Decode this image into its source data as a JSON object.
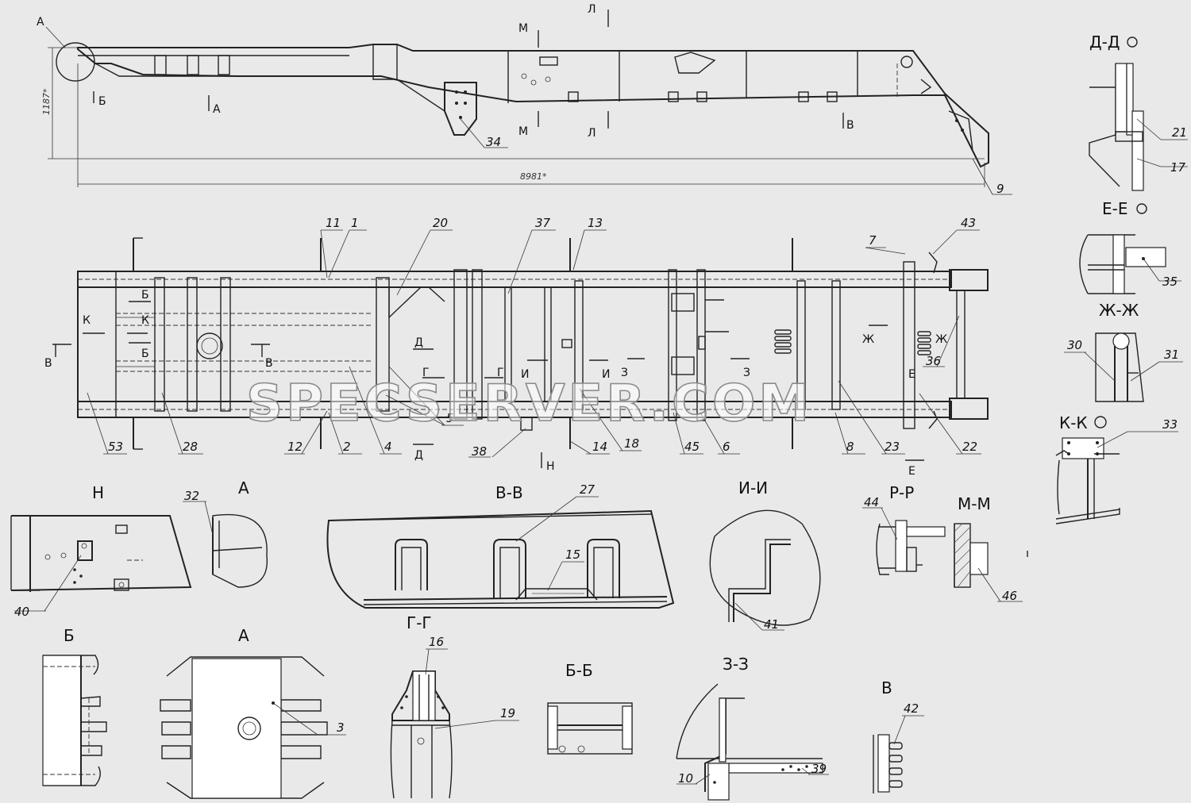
{
  "watermark": "SPECSERVER.COM",
  "dimensions": {
    "height": "1187*",
    "length": "8981*"
  },
  "views": {
    "N": "Н",
    "A1": "А",
    "VV": "В-В",
    "II": "И-И",
    "RR": "Р-Р",
    "MM": "М-М",
    "B": "Б",
    "A2": "А",
    "GG": "Г-Г",
    "BB": "Б-Б",
    "ZZ": "З-З",
    "V": "В",
    "DD": "Д-Д",
    "EE": "Е-Е",
    "ZhZh": "Ж-Ж",
    "KK": "К-К"
  },
  "cut_marks": {
    "A": "А",
    "B": "Б",
    "M": "М",
    "L": "Л",
    "V": "В",
    "K": "К",
    "D": "Д",
    "G": "Г",
    "I": "И",
    "Z": "З",
    "Zh": "Ж",
    "E": "Е",
    "N": "Н"
  },
  "callouts": {
    "c34": "34",
    "c9": "9",
    "c21": "21",
    "c17": "17",
    "c35": "35",
    "c30": "30",
    "c31": "31",
    "c33": "33",
    "c11": "11",
    "c1": "1",
    "c20": "20",
    "c37": "37",
    "c13": "13",
    "c7": "7",
    "c43": "43",
    "c36": "36",
    "c53": "53",
    "c28": "28",
    "c12": "12",
    "c2": "2",
    "c4": "4",
    "c5": "5",
    "c38": "38",
    "c14": "14",
    "c18": "18",
    "c45": "45",
    "c6": "6",
    "c8": "8",
    "c23": "23",
    "c22": "22",
    "c32": "32",
    "c40": "40",
    "c27": "27",
    "c15": "15",
    "c41": "41",
    "c44": "44",
    "c46": "46",
    "c16": "16",
    "c19": "19",
    "c3": "3",
    "c10": "10",
    "c39": "39",
    "c42": "42"
  }
}
